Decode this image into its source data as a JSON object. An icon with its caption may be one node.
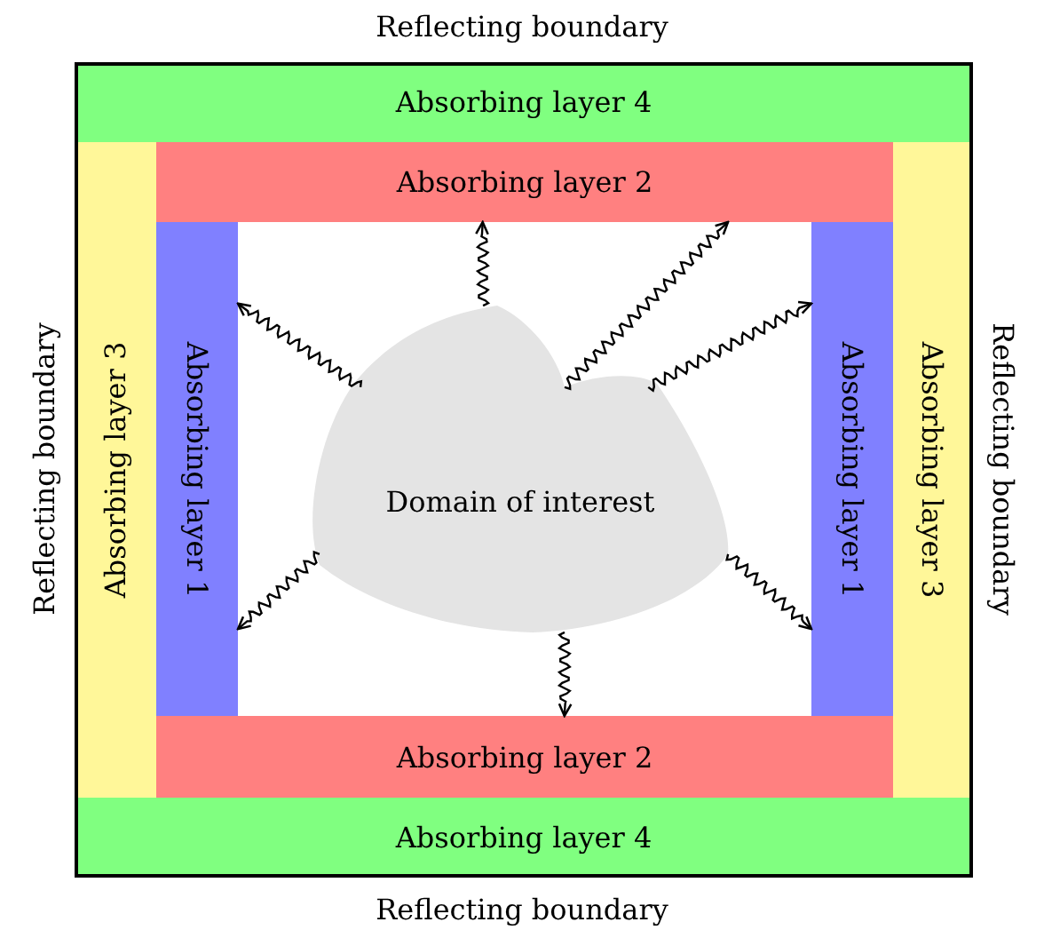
{
  "diagram": {
    "nodes": [
      {
        "text": [],
        "shape": "box"
      },
      {
        "text": [
          "Absorbing layer 4"
        ],
        "in": 0
      },
      {
        "text": [
          "Absorbing layer 2"
        ],
        "in": 0
      },
      {
        "text": [
          "Absorbing layer 3"
        ],
        "in": 0
      },
      {
        "text": [
          "Absorbing layer 1"
        ],
        "in": 0
      },
      {
        "text": [
          "Domain of interest"
        ],
        "in": 0
      },
      {
        "text": [
          "Absorbing layer 1"
        ],
        "in": 0
      },
      {
        "text": [
          "Absorbing layer 3"
        ],
        "in": 0
      },
      {
        "text": [
          "Absorbing layer 2"
        ],
        "in": 0
      },
      {
        "text": [
          "Absorbing layer 4"
        ],
        "in": 0
      }
    ],
    "edges": [
      {
        "from": 5,
        "to": 2,
        "arrow": "to"
      },
      {
        "from": 5,
        "to": 4,
        "arrow": "to"
      },
      {
        "from": 5,
        "to": 4,
        "arrow": "to"
      },
      {
        "from": 5,
        "to": 8,
        "arrow": "to"
      },
      {
        "from": 5,
        "to": 2,
        "arrow": "to"
      },
      {
        "from": 5,
        "to": 6,
        "arrow": "to"
      },
      {
        "from": 5,
        "to": 6,
        "arrow": "to"
      }
    ],
    "labels": [
      "Reflecting boundary",
      "Reflecting boundary",
      "Reflecting boundary",
      "Reflecting boundary"
    ]
  }
}
